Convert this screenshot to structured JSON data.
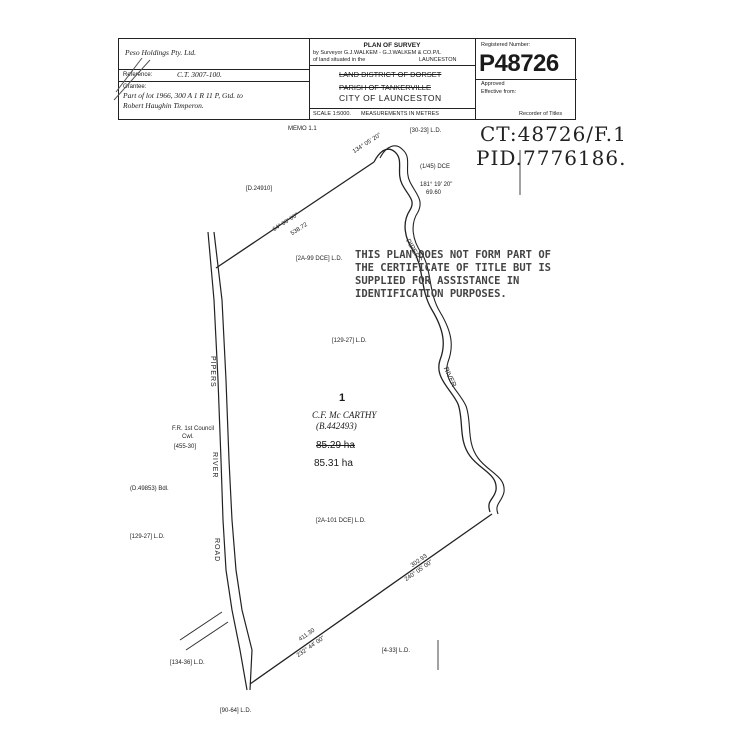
{
  "header": {
    "owner": "Peso Holdings Pty. Ltd.",
    "reference_label": "Reference:",
    "reference_value": "C.T. 3007-100.",
    "grantee_label": "Grantee:",
    "grantee_line1": "Part of lot 1966, 300 A 1 R 11 P, Gtd. to",
    "grantee_line2": "Robert Haughin Timperon.",
    "plan_title": "PLAN OF SURVEY",
    "by_surveyor": "by Surveyor G.J.WALKEM - G.J.WALKEM & CO.P/L",
    "land_situated": "of land situated in the",
    "launceston_small": "LAUNCESTON",
    "land_district": "LAND DISTRICT OF DORSET",
    "parish": "PARISH OF TANKERVILLE",
    "city": "CITY OF LAUNCESTON",
    "scale": "SCALE 1:5000.",
    "measurements": "MEASUREMENTS IN METRES",
    "registered_label": "Registered Number:",
    "registered_number": "P48726",
    "approved_label": "Approved",
    "effective_label": "Effective from:",
    "recorder_label": "Recorder of Titles"
  },
  "annotations": {
    "memo": "MEMO 1.1",
    "ct_ref": "CT:48726/F.1",
    "pid_ref": "PID.7776186."
  },
  "notice": {
    "line1": "THIS PLAN DOES NOT FORM PART OF",
    "line2": "THE CERTIFICATE OF TITLE BUT IS",
    "line3": "SUPPLIED FOR ASSISTANCE IN",
    "line4": "IDENTIFICATION PURPOSES."
  },
  "parcel": {
    "lot_number": "1",
    "owner": "C.F. Mc CARTHY",
    "owner_ref": "(B.442493)",
    "old_area": "85.29 ha",
    "new_area": "85.31 ha"
  },
  "labels": {
    "ref_30_23": "[30-23] L.D.",
    "ref_1_45": "(1/45) DCE",
    "ref_d24910": "[D.24910]",
    "ref_2a_99": "[2A-99 DCE] L.D.",
    "ref_129_27_a": "[129-27] L.D.",
    "ref_129_27_b": "[129-27] L.D.",
    "ref_455_30": "[455-30]",
    "ref_d49853": "(D.49853) Bdl.",
    "ref_2a_101": "[2A-101 DCE] L.D.",
    "ref_134_36": "[134-36] L.D.",
    "ref_4_33": "[4-33] L.D.",
    "ref_90_64": "[90-64] L.D.",
    "council_note1": "F.R. 1st Council",
    "council_note2": "Cwl.",
    "bearing_top": "64° 00' 00\"",
    "distance_top": "538.72",
    "bearing_ne": "181° 19' 20\"",
    "distance_ne": "69.60",
    "bearing_corner": "134° 05' 20\"",
    "bearing_se": "240° 05' 00\"",
    "distance_se": "302.93",
    "bearing_s": "232° 44' 00\"",
    "distance_s": "411.30",
    "river_piper1": "PIPERS",
    "river_piper2": "RIVER",
    "road1": "PIPERS",
    "road2": "RIVER",
    "road3": "ROAD"
  }
}
